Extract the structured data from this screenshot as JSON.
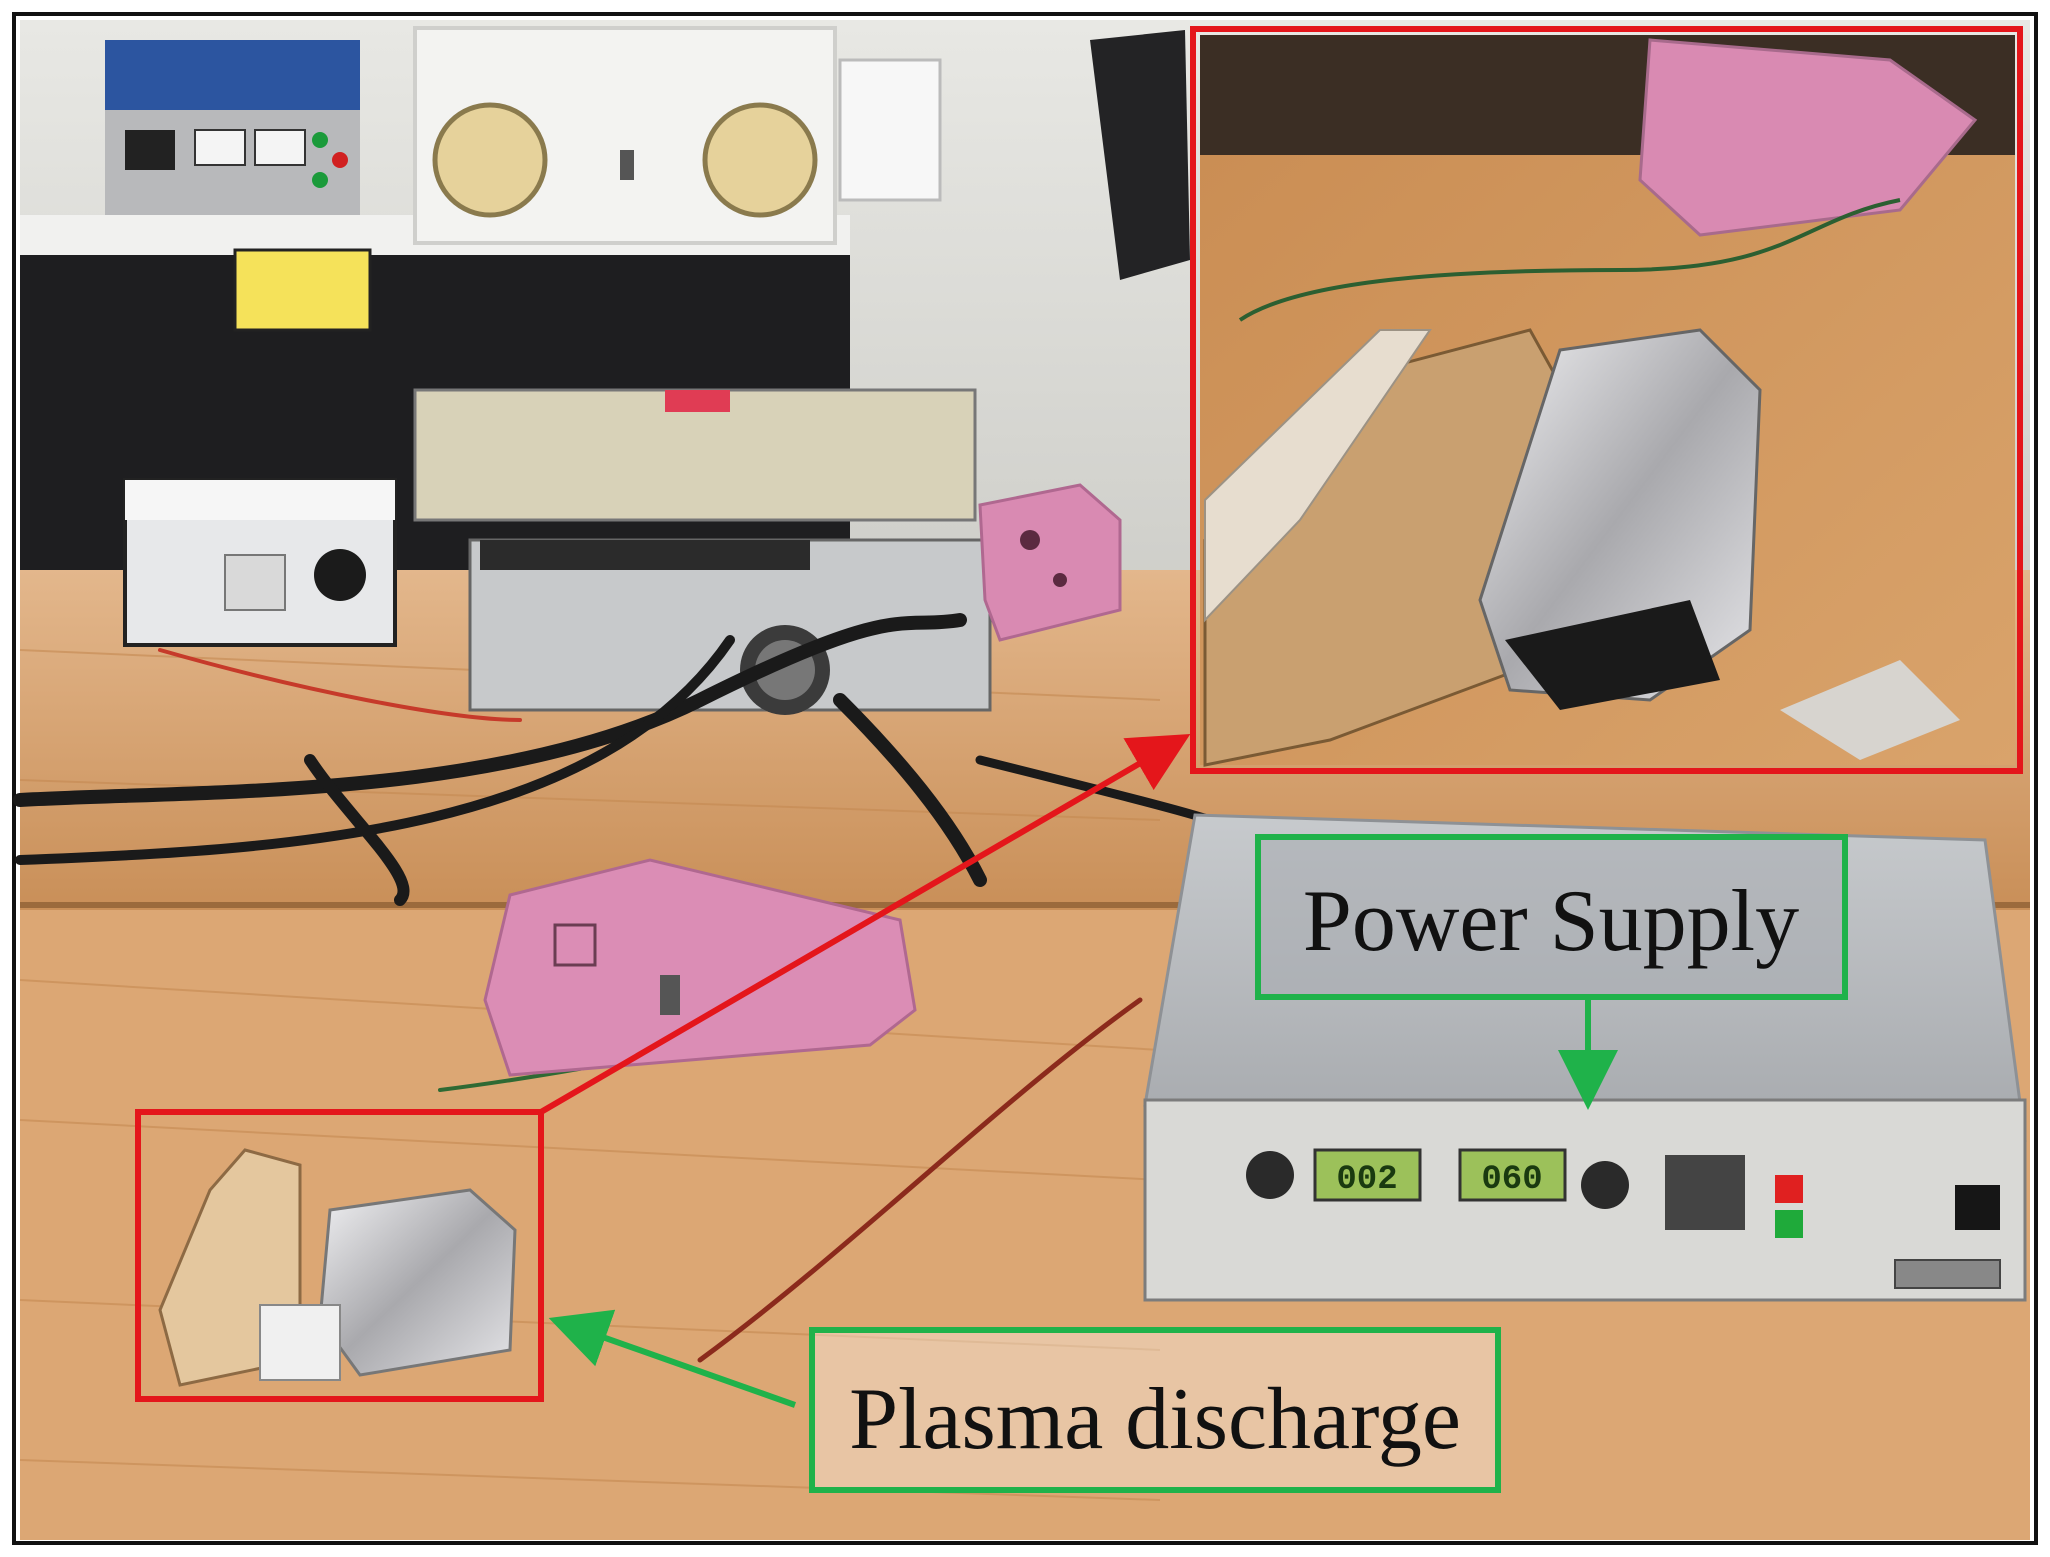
{
  "figure": {
    "label_power_supply": "Power Supply",
    "label_plasma_discharge": "Plasma discharge",
    "readout_left": "002",
    "readout_right": "060"
  },
  "colors": {
    "callout_red": "#e4161b",
    "label_green": "#1fb24a",
    "bench_wood": "#d9a877",
    "pink_foam": "#d98ab2",
    "foil": "#c9c9cc",
    "power_supply_panel": "#b9bcc0"
  }
}
